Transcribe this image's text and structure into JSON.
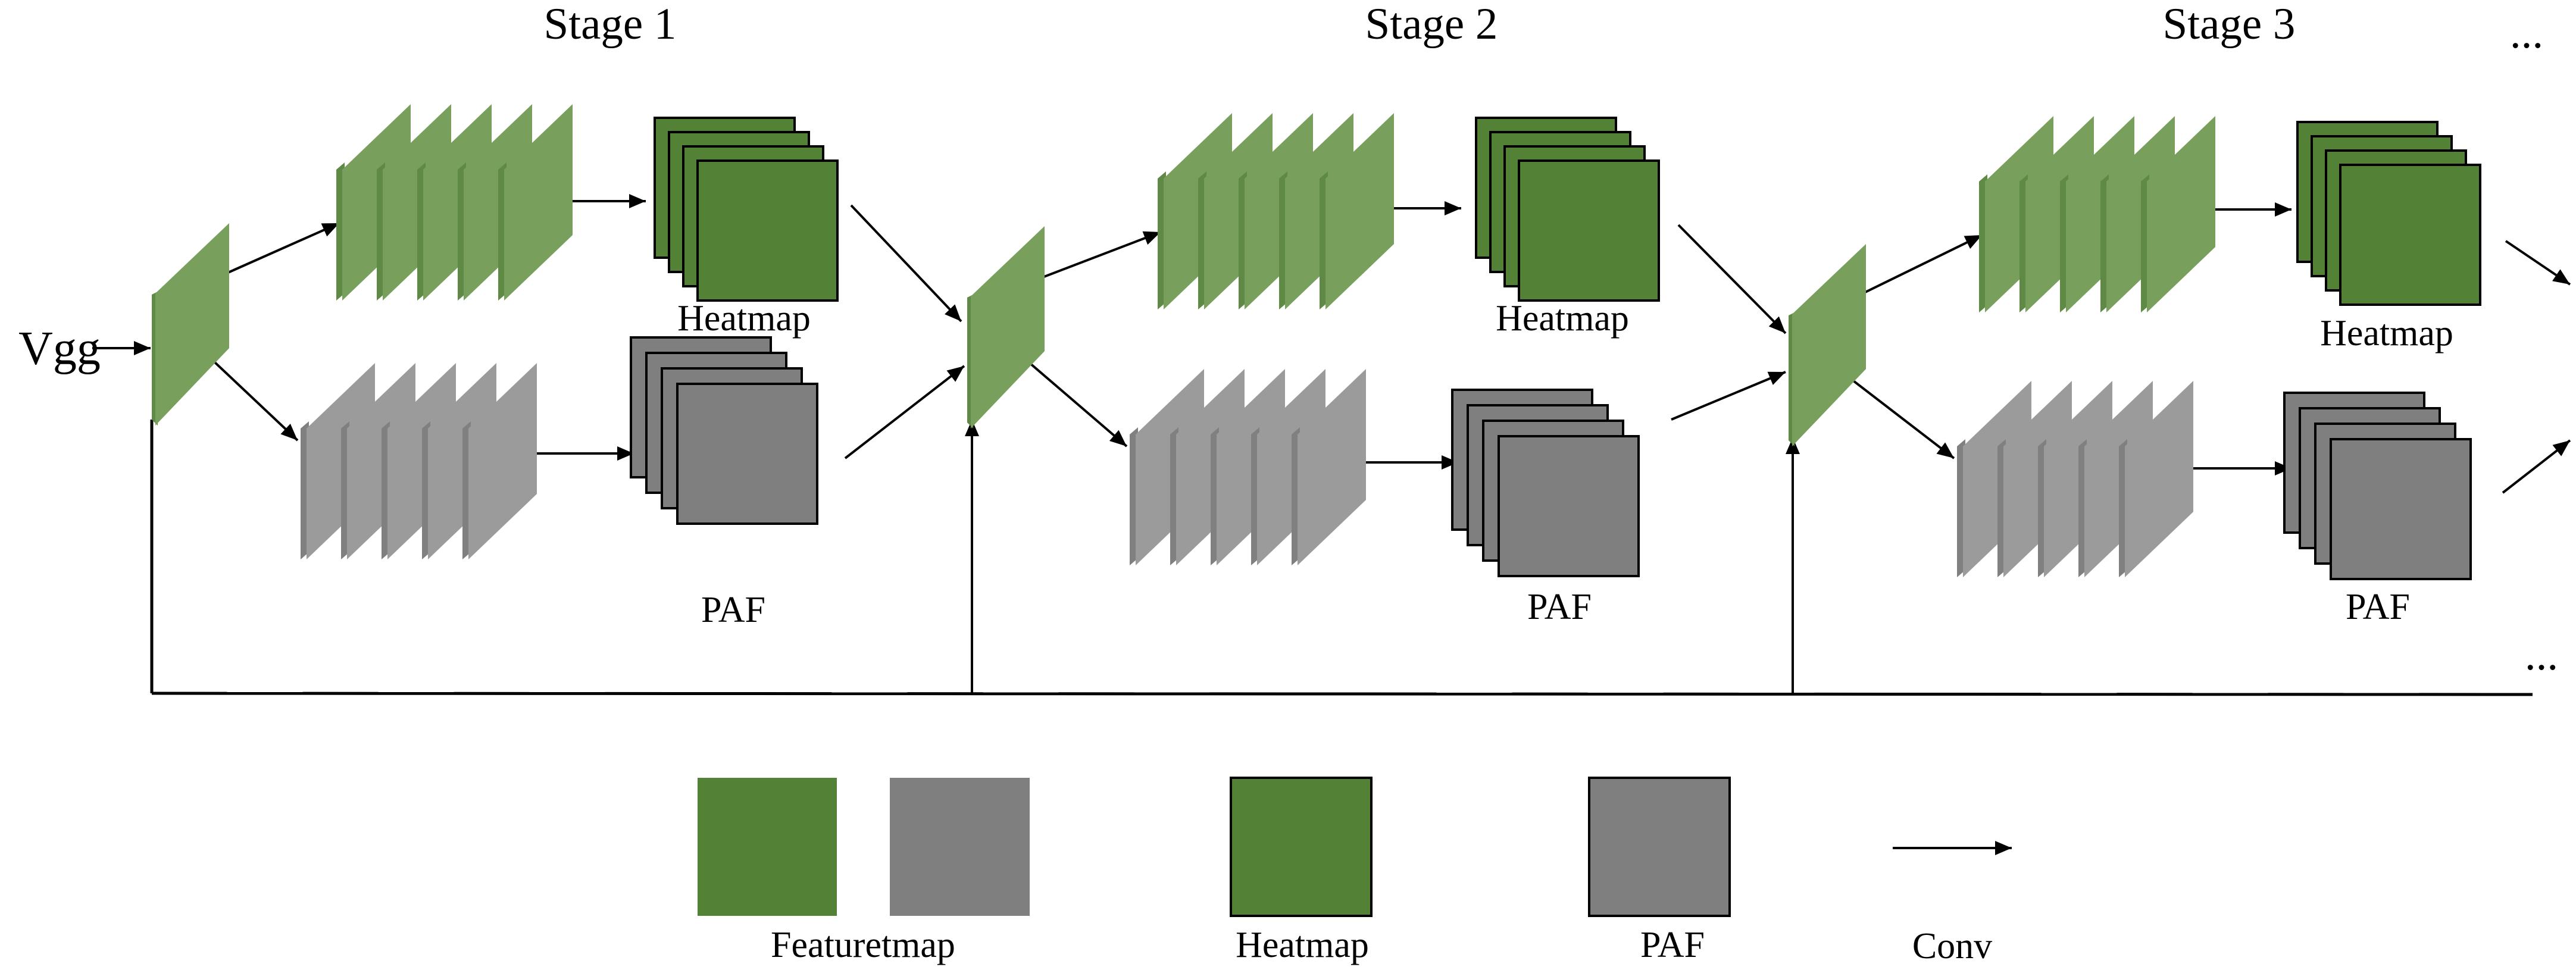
{
  "input_label": "Vgg",
  "stages": [
    {
      "title": "Stage 1",
      "heatmap_label": "Heatmap",
      "paf_label": "PAF"
    },
    {
      "title": "Stage 2",
      "heatmap_label": "Heatmap",
      "paf_label": "PAF"
    },
    {
      "title": "Stage 3",
      "heatmap_label": "Heatmap",
      "paf_label": "PAF"
    }
  ],
  "continuation_top": "...",
  "continuation_bottom": "...",
  "legend": {
    "featuremap_label": "Featuretmap",
    "heatmap_label": "Heatmap",
    "paf_label": "PAF",
    "conv_label": "Conv"
  },
  "colors": {
    "feature_green": "#78A05C",
    "feature_green_dark": "#5F8A45",
    "feature_gray": "#9B9B9B",
    "feature_gray_dark": "#808080",
    "heatmap_green": "#538135",
    "paf_gray": "#7F7F7F",
    "legend_feature_green": "#538135",
    "legend_feature_gray": "#7F7F7F"
  }
}
